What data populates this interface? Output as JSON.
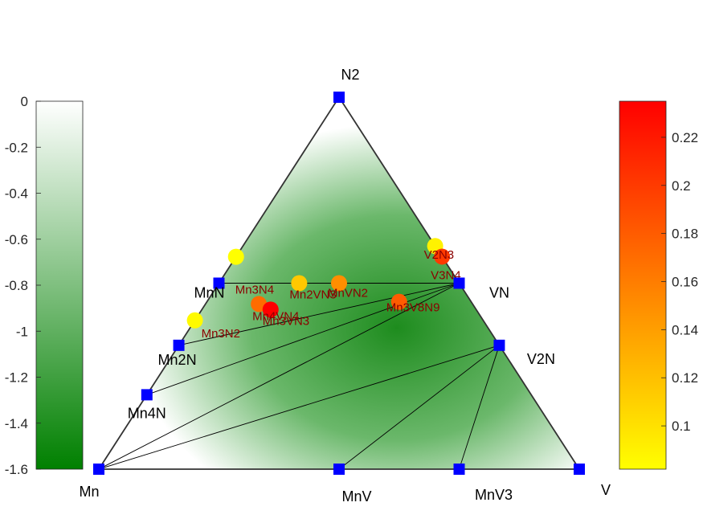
{
  "chart_data": {
    "type": "scatter",
    "title": "",
    "triangle": {
      "corners": {
        "top": "N2",
        "left": "Mn",
        "right": "V"
      },
      "composition_axes": [
        "Mn",
        "V",
        "N"
      ]
    },
    "stable_phases": [
      {
        "name": "N2",
        "x_V": 0.0,
        "x_N": 1.0,
        "label": "N2"
      },
      {
        "name": "Mn",
        "x_V": 0.0,
        "x_N": 0.0,
        "label": "Mn"
      },
      {
        "name": "V",
        "x_V": 1.0,
        "x_N": 0.0,
        "label": "V"
      },
      {
        "name": "MnN",
        "x_V": 0.0,
        "x_N": 0.5,
        "label": "MnN"
      },
      {
        "name": "Mn2N",
        "x_V": 0.0,
        "x_N": 0.333,
        "label": "Mn2N"
      },
      {
        "name": "Mn4N",
        "x_V": 0.0,
        "x_N": 0.2,
        "label": "Mn4N"
      },
      {
        "name": "VN",
        "x_V": 0.5,
        "x_N": 0.5,
        "label": "VN"
      },
      {
        "name": "V2N",
        "x_V": 0.667,
        "x_N": 0.333,
        "label": "V2N"
      },
      {
        "name": "MnV",
        "x_V": 0.5,
        "x_N": 0.0,
        "label": "MnV"
      },
      {
        "name": "MnV3",
        "x_V": 0.75,
        "x_N": 0.0,
        "label": "MnV3"
      }
    ],
    "tie_lines": [
      [
        "MnN",
        "VN"
      ],
      [
        "Mn2N",
        "VN"
      ],
      [
        "Mn4N",
        "VN"
      ],
      [
        "Mn",
        "VN"
      ],
      [
        "Mn",
        "V2N"
      ],
      [
        "MnV",
        "V2N"
      ],
      [
        "MnV3",
        "V2N"
      ]
    ],
    "unstable_phases": [
      {
        "name": "Mn3N4",
        "x_V": 0.0,
        "x_N": 0.571,
        "e_above_hull": 0.082
      },
      {
        "name": "Mn3N2",
        "x_V": 0.0,
        "x_N": 0.4,
        "e_above_hull": 0.085
      },
      {
        "name": "Mn2VN3",
        "x_V": 0.167,
        "x_N": 0.5,
        "e_above_hull": 0.115
      },
      {
        "name": "MnVN2",
        "x_V": 0.25,
        "x_N": 0.5,
        "e_above_hull": 0.15
      },
      {
        "name": "Mn4VN4",
        "x_V": 0.111,
        "x_N": 0.444,
        "e_above_hull": 0.17
      },
      {
        "name": "Mn3VN3",
        "x_V": 0.143,
        "x_N": 0.429,
        "e_above_hull": 0.235
      },
      {
        "name": "Mn3V8N9",
        "x_V": 0.4,
        "x_N": 0.45,
        "e_above_hull": 0.18
      },
      {
        "name": "V2N3",
        "x_V": 0.4,
        "x_N": 0.6,
        "e_above_hull": 0.09
      },
      {
        "name": "V3N4",
        "x_V": 0.4286,
        "x_N": 0.5714,
        "e_above_hull": 0.2
      }
    ],
    "left_colorbar": {
      "ylim": [
        -1.6,
        0
      ],
      "ticks": [
        "0",
        "-0.2",
        "-0.4",
        "-0.6",
        "-0.8",
        "-1",
        "-1.2",
        "-1.4",
        "-1.6"
      ],
      "colors": [
        "#ffffff",
        "#008000"
      ]
    },
    "right_colorbar": {
      "ylim": [
        0.082,
        0.235
      ],
      "ticks": [
        "0.1",
        "0.12",
        "0.14",
        "0.16",
        "0.18",
        "0.2",
        "0.22"
      ],
      "tick_values": [
        0.1,
        0.12,
        0.14,
        0.16,
        0.18,
        0.2,
        0.22
      ],
      "colors": [
        "#ffff00",
        "#ff0000"
      ]
    },
    "colors": {
      "stable_marker": "#0000ff",
      "unstable_label": "#8b0000",
      "tie_line": "#000000",
      "triangle_edge": "#333333",
      "region_fill": "#1e8c1e"
    }
  }
}
